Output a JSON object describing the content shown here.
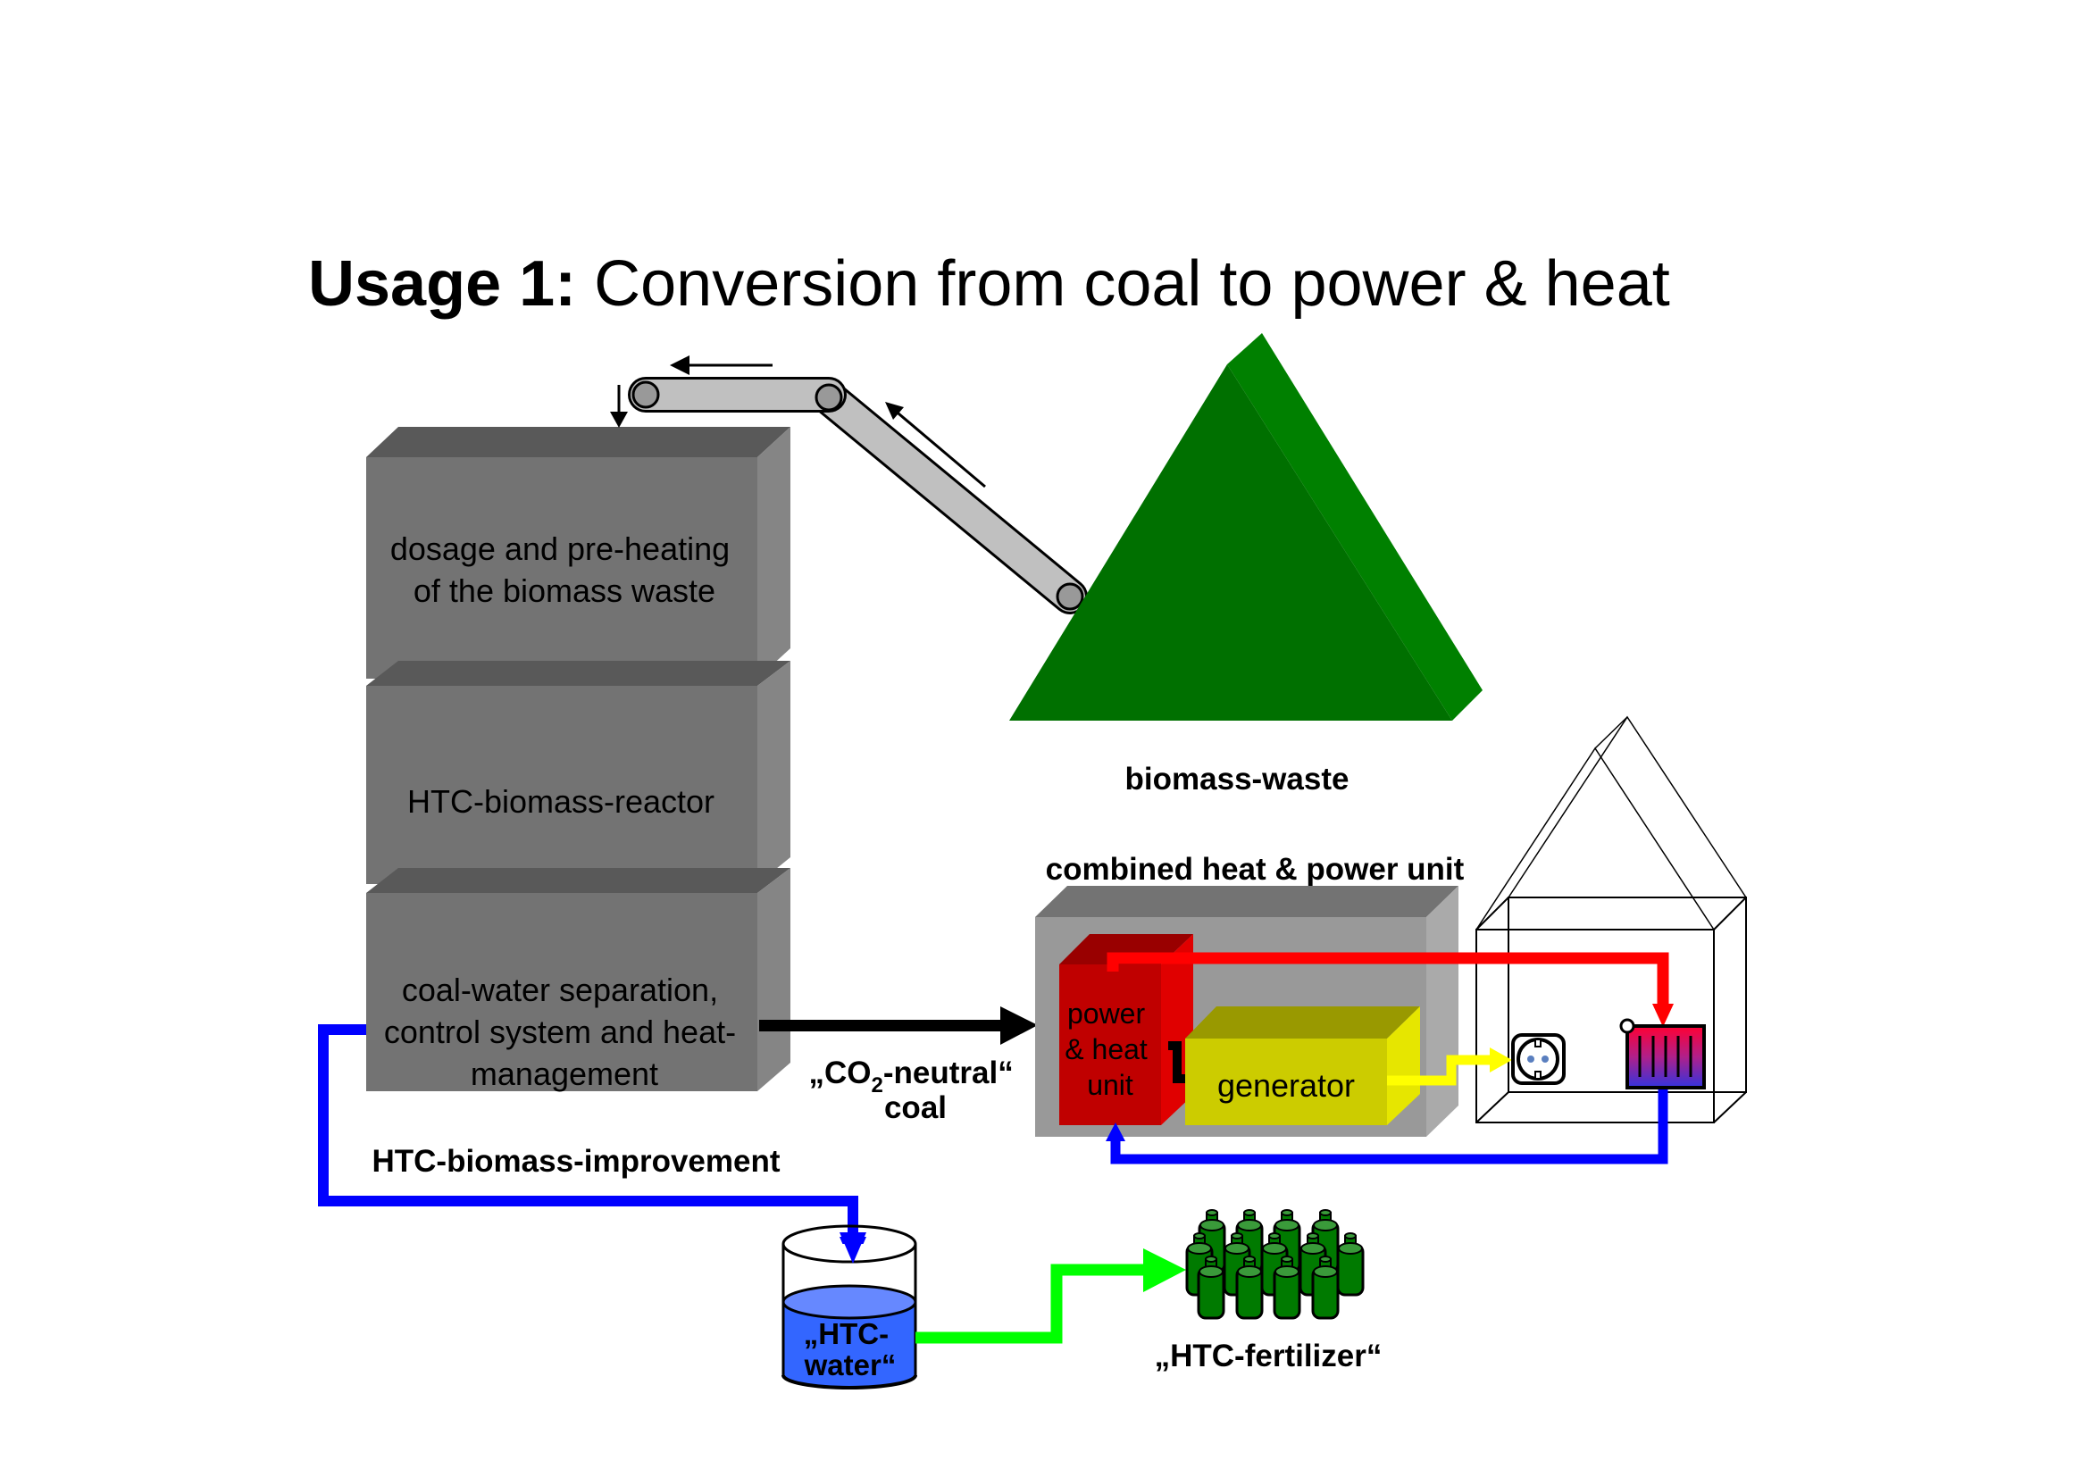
{
  "title": {
    "bold_part": "Usage 1:",
    "regular_part": " Conversion from coal to power & heat"
  },
  "stack": {
    "boxes": [
      {
        "lines": [
          "dosage and pre-heating",
          "of the biomass waste"
        ]
      },
      {
        "lines": [
          "HTC-biomass-reactor"
        ]
      },
      {
        "lines": [
          "coal-water separation,",
          "control system and heat-",
          "management"
        ]
      }
    ],
    "label": "HTC-biomass-improvement"
  },
  "biomass": {
    "label": "biomass-waste"
  },
  "coal_arrow": {
    "line1_prefix": "„CO",
    "line1_subscript": "2",
    "line1_suffix": "-neutral“",
    "line2": "coal"
  },
  "chp": {
    "label": "combined heat & power unit",
    "unit_lines": [
      "power",
      "& heat",
      "unit"
    ],
    "generator": "generator"
  },
  "htc_water": {
    "lines": [
      "„HTC-",
      "water“"
    ]
  },
  "fertilizer": {
    "label": "„HTC-fertilizer“"
  },
  "colors": {
    "box_front": "#737373",
    "box_top": "#595959",
    "box_side": "#858585",
    "pile_front": "#007000",
    "pile_side": "#008000",
    "heat_line": "#ff0000",
    "return_line": "#0000ff",
    "power_line": "#ffff00",
    "fertilizer_line": "#00ff00",
    "water": "#3366ff",
    "water_surface": "#6688ff"
  }
}
